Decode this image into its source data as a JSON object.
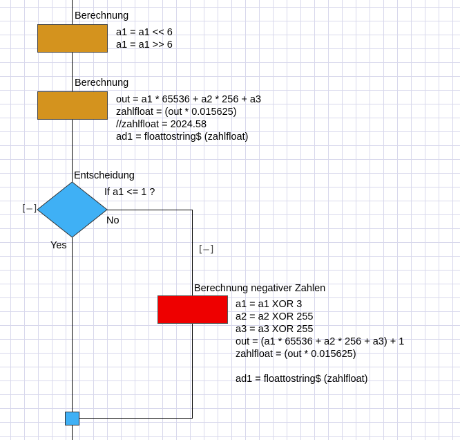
{
  "nodes": {
    "calc1": {
      "title": "Berechnung",
      "code": "a1 = a1 << 6\na1 = a1 >> 6",
      "color": "#d4931e"
    },
    "calc2": {
      "title": "Berechnung",
      "code": "out = a1 * 65536 + a2 * 256 + a3\nzahlfloat = (out * 0.015625)\n//zahlfloat = 2024.58\nad1 = floattostring$ (zahlfloat)",
      "color": "#d4931e"
    },
    "decision": {
      "title": "Entscheidung",
      "condition": "If  a1 <= 1 ?",
      "no_label": "No",
      "yes_label": "Yes",
      "collapse_label": "[–]",
      "color": "#3fb0f5"
    },
    "no_branch": {
      "collapse_label": "[–]"
    },
    "calc3": {
      "title": "Berechnung negativer Zahlen",
      "code": "a1 = a1 XOR 3\na2 = a2 XOR 255\na3 = a3 XOR 255\nout = (a1 * 65536 + a2 * 256 + a3) + 1\nzahlfloat = (out * 0.015625)\n\nad1 = floattostring$ (zahlfloat)",
      "color": "#ee0000"
    },
    "junction": {
      "color": "#3fb0f5"
    }
  }
}
